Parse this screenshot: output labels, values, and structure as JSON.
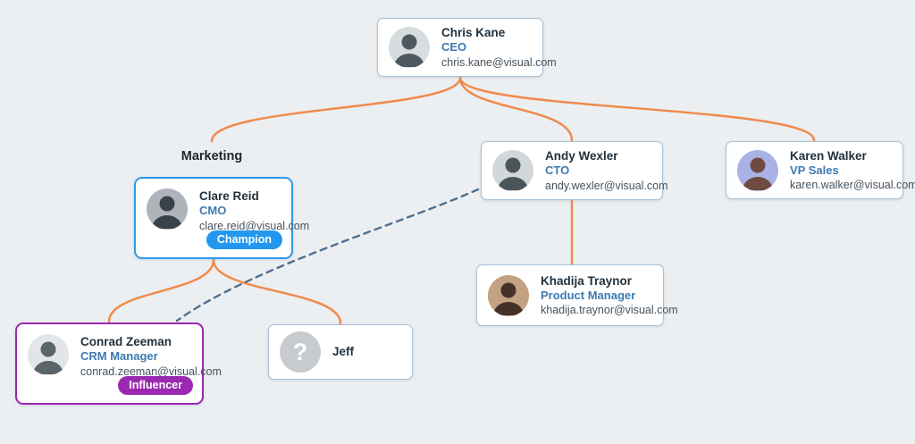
{
  "canvas": {
    "background": "#eceff1"
  },
  "colors": {
    "link_orange": "#ef8b4e",
    "link_dashed_slate": "#51708f",
    "accent_blue": "#2397ef",
    "accent_purple": "#9b28b1",
    "title_blue": "#3e7ab2"
  },
  "group": {
    "label": "Marketing"
  },
  "nodes": {
    "chris": {
      "name": "Chris Kane",
      "title": "CEO",
      "email": "chris.kane@visual.com"
    },
    "clare": {
      "name": "Clare Reid",
      "title": "CMO",
      "email": "clare.reid@visual.com",
      "badge": "Champion"
    },
    "andy": {
      "name": "Andy Wexler",
      "title": "CTO",
      "email": "andy.wexler@visual.com"
    },
    "karen": {
      "name": "Karen Walker",
      "title": "VP Sales",
      "email": "karen.walker@visual.com"
    },
    "khadija": {
      "name": "Khadija Traynor",
      "title": "Product Manager",
      "email": "khadija.traynor@visual.com"
    },
    "conrad": {
      "name": "Conrad Zeeman",
      "title": "CRM Manager",
      "email": "conrad.zeeman@visual.com",
      "badge": "Influencer"
    },
    "jeff": {
      "name": "Jeff",
      "unknown_glyph": "?"
    }
  }
}
